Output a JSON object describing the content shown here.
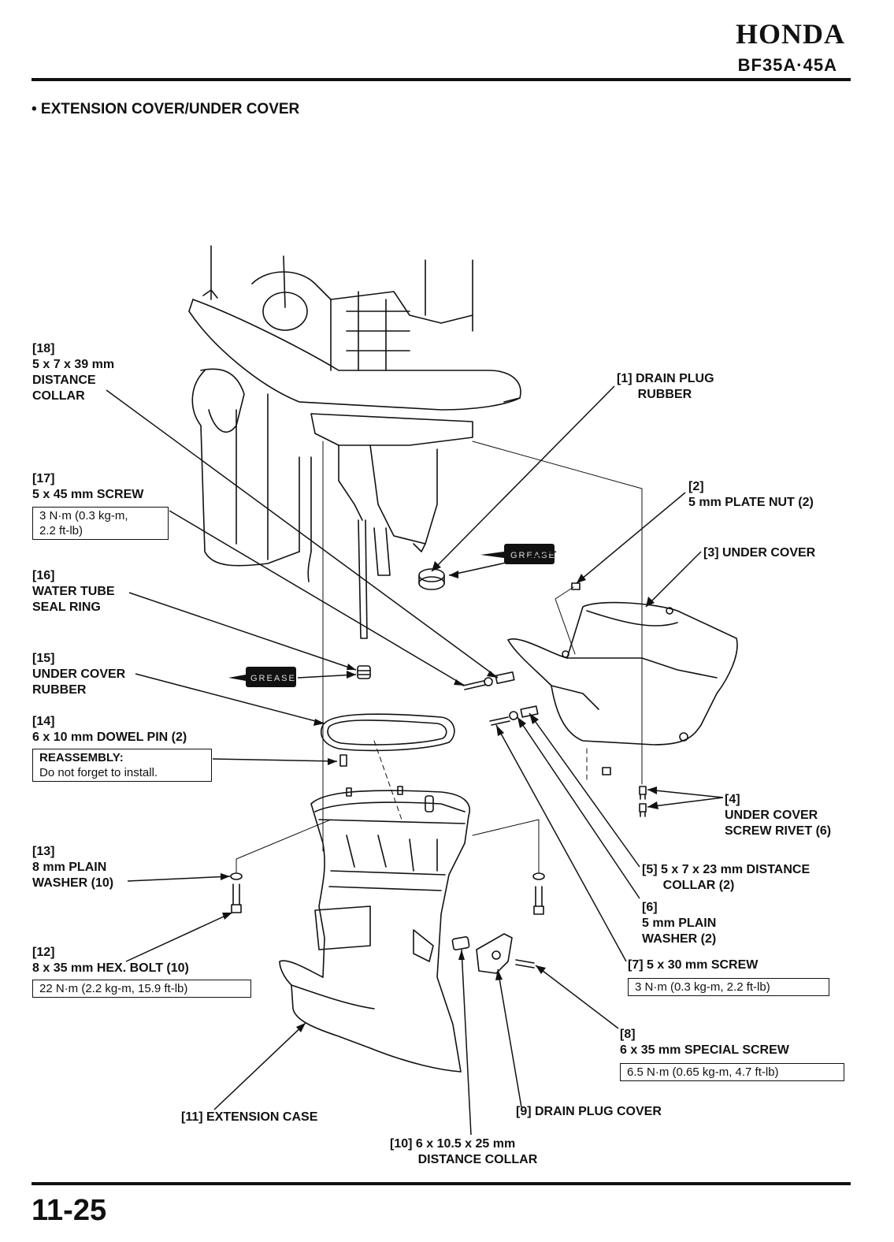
{
  "header": {
    "brand": "HONDA",
    "model": "BF35A·45A"
  },
  "section_title": "• EXTENSION COVER/UNDER COVER",
  "grease_label": "GREASE",
  "parts": [
    {
      "id": "p1",
      "label": "[1] DRAIN PLUG\n      RUBBER"
    },
    {
      "id": "p2",
      "label": "[2]\n5 mm PLATE NUT (2)"
    },
    {
      "id": "p3",
      "label": "[3] UNDER COVER"
    },
    {
      "id": "p4",
      "label": "[4]\nUNDER COVER\nSCREW RIVET (6)"
    },
    {
      "id": "p5",
      "label": "[5] 5 x 7 x 23 mm DISTANCE\n      COLLAR (2)"
    },
    {
      "id": "p6",
      "label": "[6]\n5 mm PLAIN\nWASHER (2)"
    },
    {
      "id": "p7",
      "label": "[7] 5 x 30 mm SCREW"
    },
    {
      "id": "p8",
      "label": "[8]\n6 x 35 mm SPECIAL SCREW"
    },
    {
      "id": "p9",
      "label": "[9] DRAIN PLUG COVER"
    },
    {
      "id": "p10",
      "label": "[10] 6 x 10.5 x 25 mm\n        DISTANCE COLLAR"
    },
    {
      "id": "p11",
      "label": "[11] EXTENSION CASE"
    },
    {
      "id": "p12",
      "label": "[12]\n8 x 35 mm HEX. BOLT (10)"
    },
    {
      "id": "p13",
      "label": "[13]\n8 mm PLAIN\nWASHER (10)"
    },
    {
      "id": "p14",
      "label": "[14]\n6 x 10 mm DOWEL PIN (2)"
    },
    {
      "id": "p15",
      "label": "[15]\nUNDER COVER\nRUBBER"
    },
    {
      "id": "p16",
      "label": "[16]\nWATER TUBE\nSEAL RING"
    },
    {
      "id": "p17",
      "label": "[17]\n5 x 45 mm SCREW"
    },
    {
      "id": "p18",
      "label": "[18]\n5 x 7 x 39 mm\nDISTANCE\nCOLLAR"
    }
  ],
  "notes": {
    "torque17": "3 N·m (0.3 kg-m,\n2.2 ft-lb)",
    "reassembly_title": "REASSEMBLY:",
    "reassembly_text": "Do not forget to install.",
    "torque12": "22 N·m (2.2 kg-m, 15.9 ft-lb)",
    "torque7": "3 N·m (0.3 kg-m, 2.2 ft-lb)",
    "torque8": "6.5 N·m (0.65 kg-m, 4.7 ft-lb)"
  },
  "footer": {
    "page_number": "11-25"
  }
}
